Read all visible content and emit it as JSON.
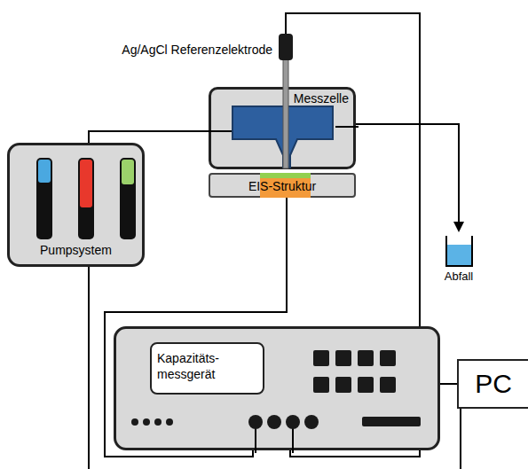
{
  "diagram": {
    "nodes": [
      {
        "text": [
          "Ag/AgCl Referenzelektrode"
        ]
      },
      {
        "text": [
          "Messzelle"
        ]
      },
      {
        "text": [
          "EIS-Struktur"
        ]
      },
      {
        "text": [
          "Pumpsystem"
        ]
      },
      {
        "text": [
          "Kapazitäts- messgerät"
        ]
      },
      {
        "text": [
          "PC"
        ]
      }
    ],
    "edges": [
      {
        "from": 3,
        "to": 1,
        "arrow": "none"
      },
      {
        "from": 0,
        "to": 4,
        "arrow": "none"
      },
      {
        "from": 2,
        "to": 4,
        "arrow": "none"
      },
      {
        "from": 4,
        "to": 5,
        "arrow": "none"
      }
    ],
    "labels": [
      "Abfall"
    ]
  }
}
